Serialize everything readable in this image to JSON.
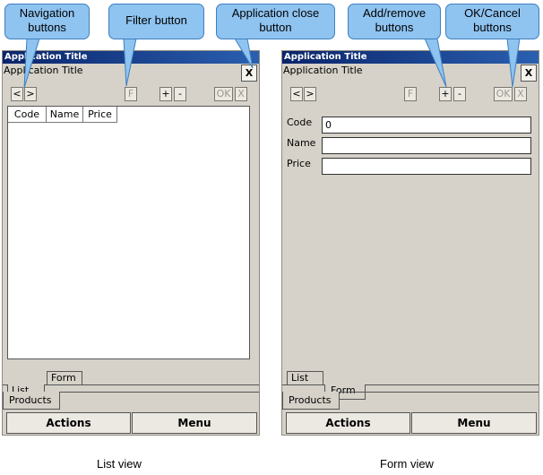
{
  "callouts": {
    "navigation": [
      "Navigation",
      "buttons"
    ],
    "filter": "Filter button",
    "app_close": [
      "Application close",
      "button"
    ],
    "add_remove": [
      "Add/remove",
      "buttons"
    ],
    "ok_cancel": [
      "OK/Cancel",
      "buttons"
    ]
  },
  "list_view": {
    "window_title": "Application Title",
    "app_title": "Application Title",
    "close_label": "X",
    "toolbar": {
      "prev": "<",
      "next": ">",
      "filter": "F",
      "add": "+",
      "remove": "-",
      "ok": "OK",
      "cancel": "X"
    },
    "columns": [
      "Code",
      "Name",
      "Price"
    ],
    "tabs": [
      "List",
      "Form"
    ],
    "active_tab": "List",
    "entity_tab": "Products",
    "softkeys": [
      "Actions",
      "Menu"
    ],
    "caption": "List view"
  },
  "form_view": {
    "window_title": "Application Title",
    "app_title": "Application Title",
    "close_label": "X",
    "toolbar": {
      "prev": "<",
      "next": ">",
      "filter": "F",
      "add": "+",
      "remove": "-",
      "ok": "OK",
      "cancel": "X"
    },
    "fields": [
      {
        "label": "Code",
        "value": "0"
      },
      {
        "label": "Name",
        "value": ""
      },
      {
        "label": "Price",
        "value": ""
      }
    ],
    "tabs": [
      "List",
      "Form"
    ],
    "active_tab": "Form",
    "entity_tab": "Products",
    "softkeys": [
      "Actions",
      "Menu"
    ],
    "caption": "Form view"
  }
}
